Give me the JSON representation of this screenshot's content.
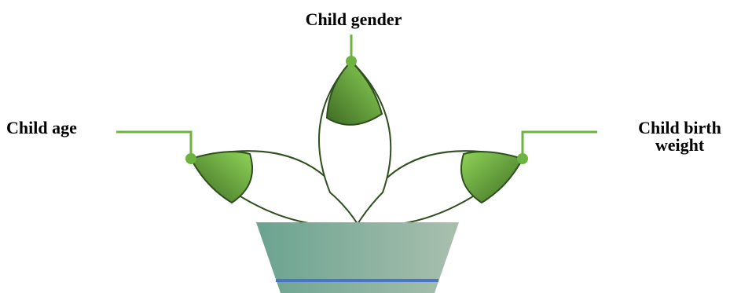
{
  "labels": {
    "top": "Child gender",
    "left": "Child age",
    "right_line1": "Child birth",
    "right_line2": "weight"
  },
  "colors": {
    "connector_line": "#6db33f",
    "petal_outline": "#2f4f1f",
    "leaf_gradient_light": "#8fd458",
    "leaf_gradient_dark": "#3d6b23",
    "pot_gradient_left": "#6aa390",
    "pot_gradient_right": "#a9bfae",
    "pot_band": "#4a74c9"
  },
  "icons": {
    "plant": "flower-pot-icon"
  }
}
